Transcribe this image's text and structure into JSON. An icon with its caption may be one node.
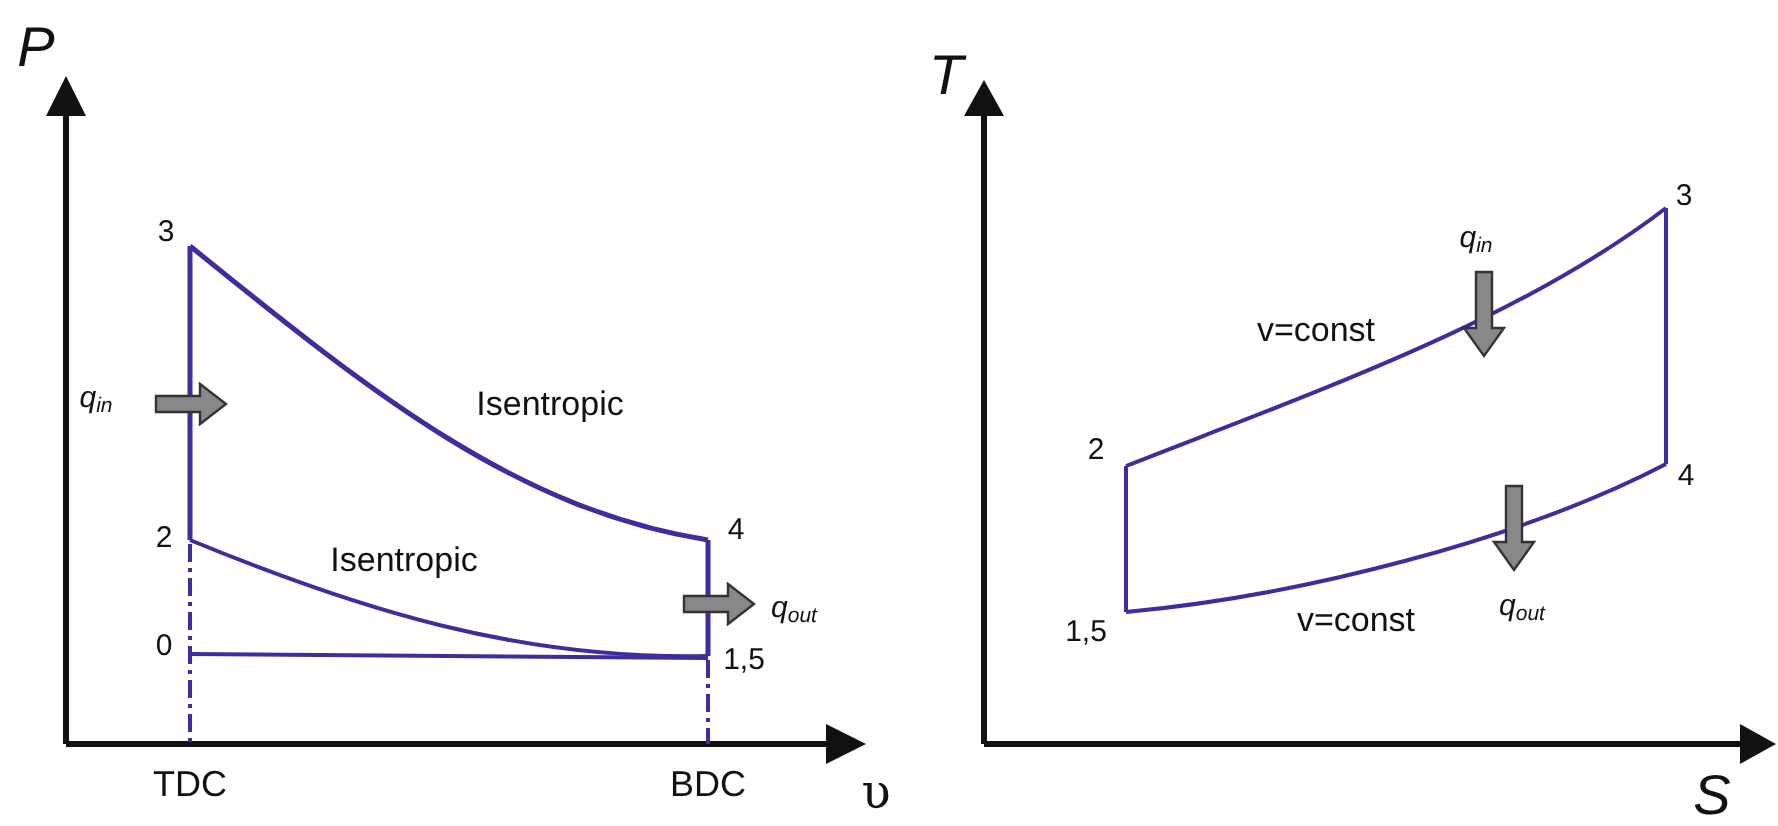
{
  "diagram": {
    "labels": [
      "P",
      "3",
      "q$_{in}$",
      "Isentropic",
      "2",
      "Isentropic",
      "4",
      "q$_{out}$",
      "0",
      "1,5",
      "TDC",
      "BDC",
      "υ",
      "T",
      "3",
      "q$_{in}$",
      "v=const",
      "2",
      "4",
      "1,5",
      "v=const",
      "q$_{out}$",
      "S"
    ]
  }
}
